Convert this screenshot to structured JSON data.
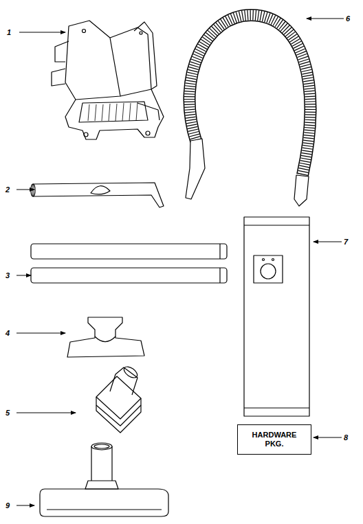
{
  "diagram": {
    "nodes": [
      {
        "text": [
          "HARDWARE PKG."
        ]
      }
    ],
    "edges": [],
    "labels": [
      "1",
      "6",
      "2",
      "7",
      "3",
      "4",
      "5",
      "8",
      "9"
    ]
  }
}
